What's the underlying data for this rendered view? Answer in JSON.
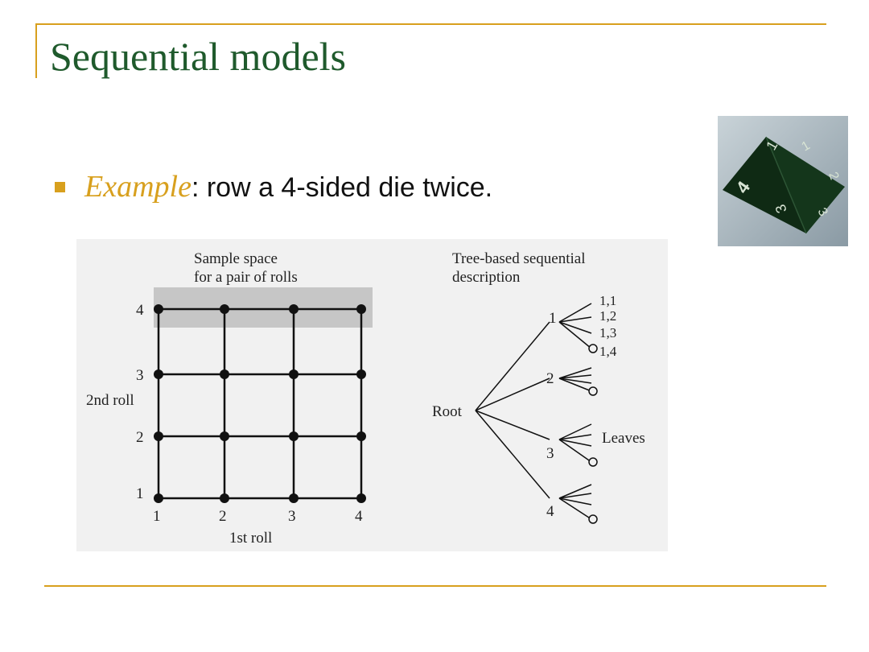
{
  "slide": {
    "title": "Sequential models",
    "bullet": {
      "emphasis": "Example",
      "rest": ": row a 4-sided die twice."
    }
  },
  "die": {
    "face_labels": [
      "4",
      "1",
      "2",
      "3",
      "3"
    ]
  },
  "figure": {
    "grid_title_line1": "Sample space",
    "grid_title_line2": "for a pair of rolls",
    "tree_title_line1": "Tree-based sequential",
    "tree_title_line2": "description",
    "y_axis_label": "2nd roll",
    "x_axis_label": "1st roll",
    "x_ticks": [
      "1",
      "2",
      "3",
      "4"
    ],
    "y_ticks": [
      "1",
      "2",
      "3",
      "4"
    ],
    "root_label": "Root",
    "leaves_label": "Leaves",
    "branch_labels": [
      "1",
      "2",
      "3",
      "4"
    ],
    "leaf_labels": [
      "1,1",
      "1,2",
      "1,3",
      "1,4"
    ]
  },
  "colors": {
    "accent": "#d8a01e",
    "title": "#1f5a2c",
    "die_body": "#0f2a14"
  }
}
